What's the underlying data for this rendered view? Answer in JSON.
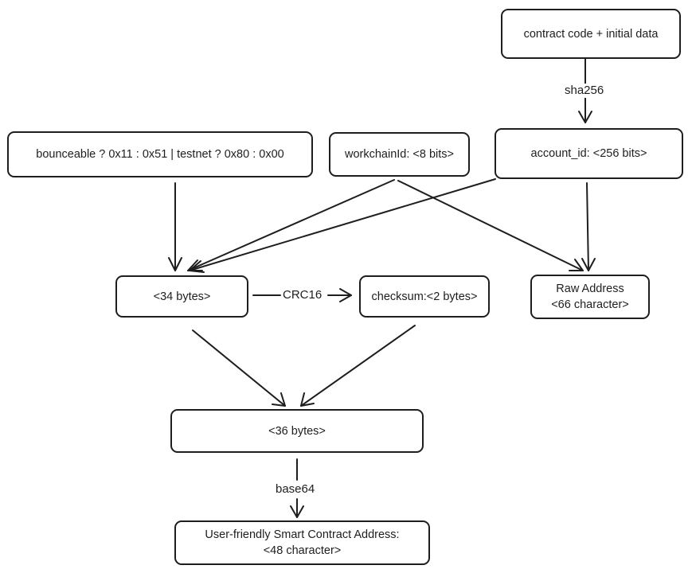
{
  "nodes": {
    "contract_code": "contract code + initial data",
    "account_id": "account_id: <256 bits>",
    "flags": "bounceable ? 0x11 : 0x51 | testnet ? 0x80 : 0x00",
    "workchain": "workchainId: <8 bits>",
    "bytes34": "<34 bytes>",
    "checksum": "checksum:<2 bytes>",
    "raw_address_line1": "Raw Address",
    "raw_address_line2": "<66 character>",
    "bytes36": "<36 bytes>",
    "user_friendly_line1": "User-friendly Smart Contract Address:",
    "user_friendly_line2": "<48 character>"
  },
  "edge_labels": {
    "sha256": "sha256",
    "crc16": "CRC16",
    "base64": "base64"
  },
  "colors": {
    "stroke": "#1e1e1e",
    "background": "#ffffff"
  }
}
